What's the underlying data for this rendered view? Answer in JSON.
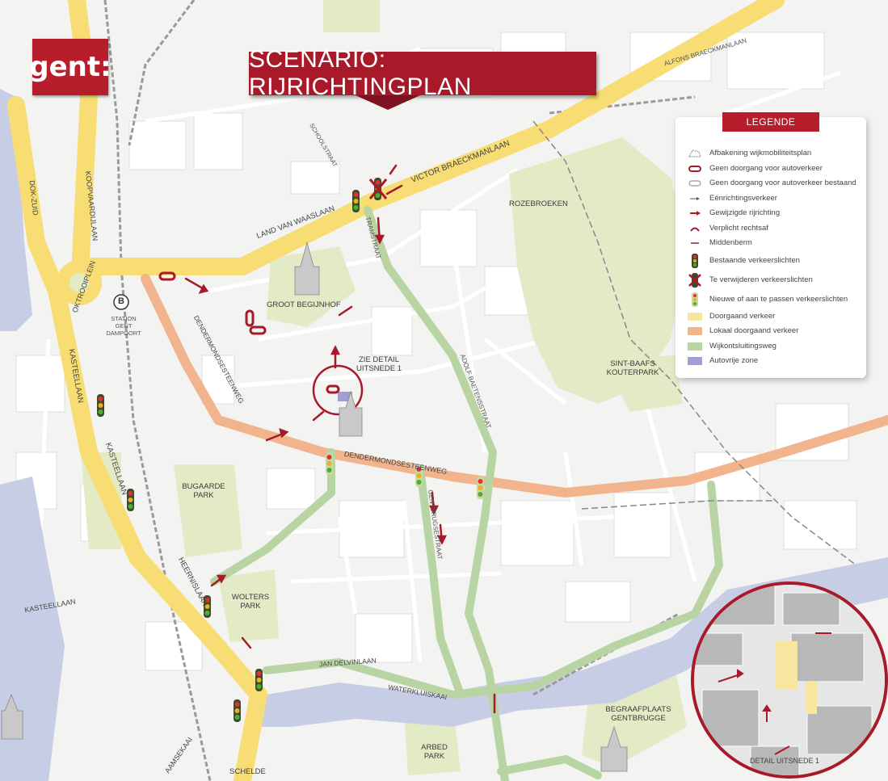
{
  "brand": {
    "logo_text": "gent:",
    "color": "#b81d2c"
  },
  "title": "SCENARIO: RIJRICHTINGPLAN",
  "legend": {
    "header": "LEGENDE",
    "items": [
      {
        "icon": "boundary-icon",
        "label": "Afbakening wijkmobiliteitsplan"
      },
      {
        "icon": "no-through-red-icon",
        "label": "Geen doorgang voor autoverkeer"
      },
      {
        "icon": "no-through-existing-icon",
        "label": "Geen doorgang voor autoverkeer bestaand"
      },
      {
        "icon": "one-way-arrow-icon",
        "label": "Eénrichtingsverkeer"
      },
      {
        "icon": "changed-direction-arrow-icon",
        "label": "Gewijzigde rijrichting"
      },
      {
        "icon": "mandatory-straight-icon",
        "label": "Verplicht rechtsaf"
      },
      {
        "icon": "median-icon",
        "label": "Middenberm"
      },
      {
        "icon": "traffic-light-icon",
        "label": "Bestaande verkeerslichten"
      },
      {
        "icon": "removed-traffic-light-icon",
        "label": "Te verwijderen verkeerslichten"
      },
      {
        "icon": "new-traffic-light-icon",
        "label": "Nieuwe of aan te passen verkeerslichten"
      },
      {
        "icon": "through-traffic-swatch",
        "label": "Doorgaand verkeer",
        "color": "#f6e6a0"
      },
      {
        "icon": "local-through-swatch",
        "label": "Lokaal doorgaand verkeer",
        "color": "#f2b48c"
      },
      {
        "icon": "district-road-swatch",
        "label": "Wijkontsluitingsweg",
        "color": "#b9d4a3"
      },
      {
        "icon": "car-free-swatch",
        "label": "Autovrije zone",
        "color": "#9f9ed6"
      }
    ]
  },
  "streets": {
    "victor": "VICTOR BRAECKMANLAAN",
    "waaslaan": "LAND VAN WAASLAAN",
    "dender": "DENDERMONDSESTEENWEG",
    "koopvaardij": "KOOPVAARDIJLAAN",
    "dokzuid": "DOK-ZUID",
    "oktroo": "OKTROOIPLEIN",
    "kasteel1": "KASTEELLAAN",
    "kasteel2": "KASTEELLAAN",
    "heernis": "HEERNISLAAN",
    "jandelvin": "JAN DELVINLAAN",
    "waterkluis": "WATERKLUISKAAI",
    "scheldekaai": "AAMSEKAAI",
    "alfons": "ALFONS BRAECKMANLAAN",
    "tramstraat": "TRAMSTRAAT",
    "gentbrugse": "GENTBRUGSESTRAAT",
    "adolf": "ADOLF BAETENSSTRAAT",
    "schoolstraat": "SCHOOLSTRAAT",
    "kastellaan3": "KASTEELLAAN"
  },
  "places": {
    "station": "STATION GENT DAMPOORT",
    "beginhof": "GROOT BEGIJNHOF",
    "zie_detail": "ZIE DETAIL UITSNEDE 1",
    "rozebroeken": "ROZEBROEKEN",
    "sintbaafs": "SINT-BAAFS KOUTERPARK",
    "bugaarde": "BUGAARDE PARK",
    "wolters": "WOLTERS PARK",
    "begraaf": "BEGRAAFPLAATS GENTBRUGGE",
    "arbed": "ARBED PARK",
    "schelde": "SCHELDE",
    "detail_label": "DETAIL UITSNEDE 1",
    "train_icon": "B"
  },
  "colors": {
    "through": "#f7dd73",
    "local": "#f2b48c",
    "district": "#b9d4a3",
    "water": "#c9cde6",
    "park": "#e4ecc7",
    "red": "#a8192a"
  }
}
